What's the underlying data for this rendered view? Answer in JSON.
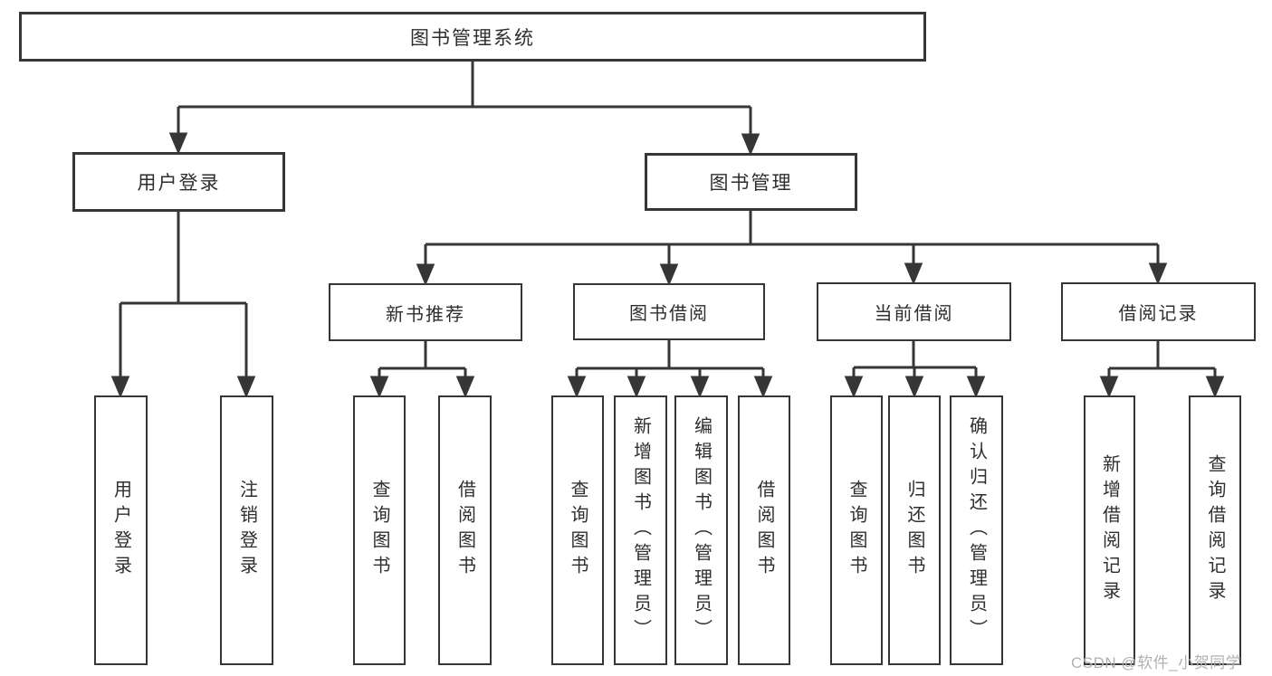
{
  "diagram": {
    "tree": {
      "root": {
        "label": "图书管理系统"
      },
      "children": [
        {
          "label": "用户登录",
          "children": [
            {
              "label": "用户登录"
            },
            {
              "label": "注销登录"
            }
          ]
        },
        {
          "label": "图书管理",
          "children": [
            {
              "label": "新书推荐",
              "children": [
                {
                  "label": "查询图书"
                },
                {
                  "label": "借阅图书"
                }
              ]
            },
            {
              "label": "图书借阅",
              "children": [
                {
                  "label": "查询图书"
                },
                {
                  "label": "新增图书（管理员）"
                },
                {
                  "label": "编辑图书（管理员）"
                },
                {
                  "label": "借阅图书"
                }
              ]
            },
            {
              "label": "当前借阅",
              "children": [
                {
                  "label": "查询图书"
                },
                {
                  "label": "归还图书"
                },
                {
                  "label": "确认归还（管理员）"
                }
              ]
            },
            {
              "label": "借阅记录",
              "children": [
                {
                  "label": "新增借阅记录"
                },
                {
                  "label": "查询借阅记录"
                }
              ]
            }
          ]
        }
      ]
    },
    "colors": {
      "line": "#363636",
      "box_border": "#363636",
      "box_fill": "#ffffff",
      "text": "#2e2e2e",
      "background": "#ffffff"
    }
  },
  "watermark": {
    "text": "CSDN @软件_小贺同学",
    "color": "#b2b0b0"
  }
}
